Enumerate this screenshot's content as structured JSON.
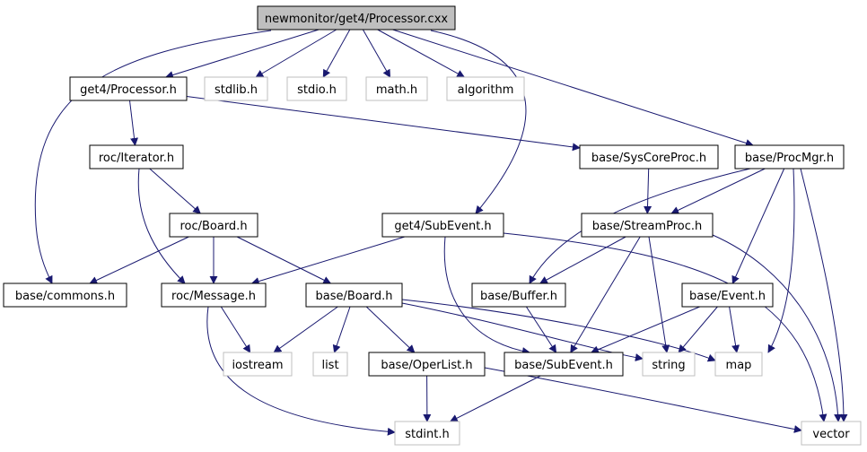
{
  "nodes": {
    "processor_cxx": "newmonitor/get4/Processor.cxx",
    "get4_processor_h": "get4/Processor.h",
    "stdlib_h": "stdlib.h",
    "stdio_h": "stdio.h",
    "math_h": "math.h",
    "algorithm": "algorithm",
    "roc_iterator_h": "roc/Iterator.h",
    "base_syscoreproc_h": "base/SysCoreProc.h",
    "base_procmgr_h": "base/ProcMgr.h",
    "roc_board_h": "roc/Board.h",
    "get4_subevent_h": "get4/SubEvent.h",
    "base_streamproc_h": "base/StreamProc.h",
    "base_commons_h": "base/commons.h",
    "roc_message_h": "roc/Message.h",
    "base_board_h": "base/Board.h",
    "base_buffer_h": "base/Buffer.h",
    "base_event_h": "base/Event.h",
    "iostream": "iostream",
    "list": "list",
    "base_operlist_h": "base/OperList.h",
    "base_subevent_h": "base/SubEvent.h",
    "string": "string",
    "map": "map",
    "stdint_h": "stdint.h",
    "vector": "vector"
  },
  "colors": {
    "edge": "#191970",
    "root_fill": "#bfbfbf",
    "node_border": "#000000",
    "system_border": "#bfbfbf"
  }
}
